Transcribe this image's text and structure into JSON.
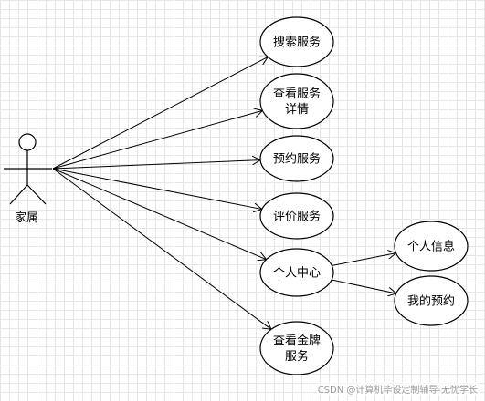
{
  "diagram": {
    "type": "use-case",
    "actor": {
      "label": "家属",
      "icon": "stick-figure-icon"
    },
    "use_cases": [
      {
        "id": "search",
        "lines": [
          "搜索服务"
        ]
      },
      {
        "id": "detail",
        "lines": [
          "查看服务",
          "详情"
        ]
      },
      {
        "id": "book",
        "lines": [
          "预约服务"
        ]
      },
      {
        "id": "review",
        "lines": [
          "评价服务"
        ]
      },
      {
        "id": "center",
        "lines": [
          "个人中心"
        ]
      },
      {
        "id": "gold",
        "lines": [
          "查看金牌",
          "服务"
        ]
      },
      {
        "id": "info",
        "lines": [
          "个人信息"
        ]
      },
      {
        "id": "mybook",
        "lines": [
          "我的预约"
        ]
      }
    ],
    "associations": [
      {
        "from": "actor",
        "to": "search"
      },
      {
        "from": "actor",
        "to": "detail"
      },
      {
        "from": "actor",
        "to": "book"
      },
      {
        "from": "actor",
        "to": "review"
      },
      {
        "from": "actor",
        "to": "center"
      },
      {
        "from": "actor",
        "to": "gold"
      },
      {
        "from": "center",
        "to": "info"
      },
      {
        "from": "center",
        "to": "mybook"
      }
    ]
  },
  "colors": {
    "stroke": "#000000",
    "fill": "#ffffff",
    "grid": "#e6e6e6"
  },
  "watermark": "CSDN @计算机毕设定制辅导-无忧学长"
}
